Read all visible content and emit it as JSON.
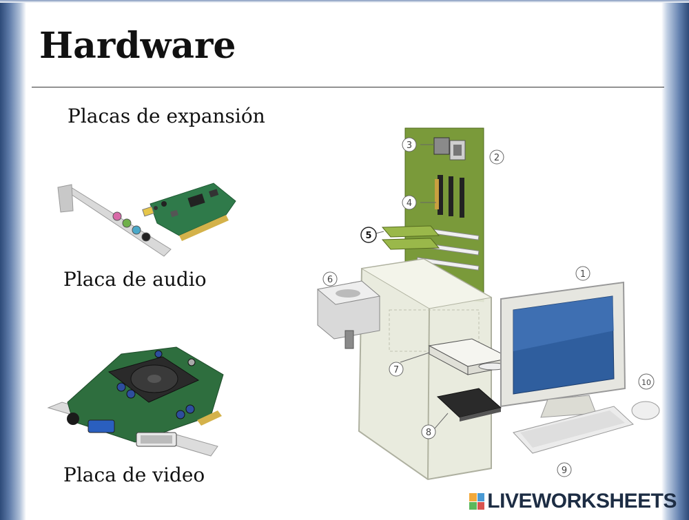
{
  "slide": {
    "title": "Hardware",
    "subtitle": "Placas de expansión",
    "audio_caption": "Placa de audio",
    "video_caption": "Placa de video"
  },
  "diagram": {
    "callouts": [
      "1",
      "2",
      "3",
      "4",
      "5",
      "6",
      "7",
      "8",
      "9",
      "10"
    ]
  },
  "watermark": {
    "text": "LIVEWORKSHEETS"
  },
  "colors": {
    "frame_blue": "#2d4a78",
    "board_green": "#7a9a3a",
    "screen_blue": "#2f5e9e",
    "pcb_green": "#2f7a4a"
  }
}
